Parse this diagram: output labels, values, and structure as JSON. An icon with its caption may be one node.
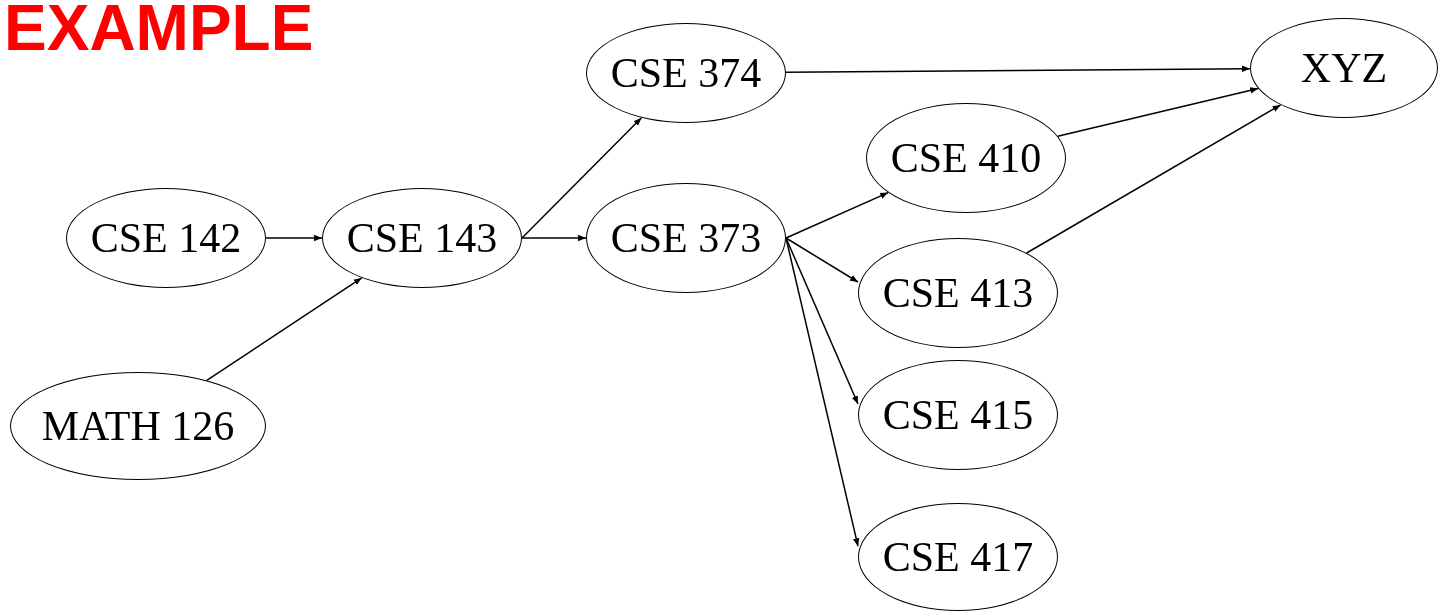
{
  "diagram": {
    "title": "EXAMPLE",
    "nodes": [
      {
        "text": [
          "CSE 142"
        ]
      },
      {
        "text": [
          "CSE 143"
        ]
      },
      {
        "text": [
          "MATH 126"
        ]
      },
      {
        "text": [
          "CSE 374"
        ]
      },
      {
        "text": [
          "CSE 373"
        ]
      },
      {
        "text": [
          "CSE 410"
        ]
      },
      {
        "text": [
          "CSE 413"
        ]
      },
      {
        "text": [
          "CSE 415"
        ]
      },
      {
        "text": [
          "CSE 417"
        ]
      },
      {
        "text": [
          "XYZ"
        ]
      }
    ],
    "edges": [
      {
        "from": 0,
        "to": 1,
        "arrow": "to"
      },
      {
        "from": 2,
        "to": 1,
        "arrow": "to"
      },
      {
        "from": 1,
        "to": 3,
        "arrow": "to"
      },
      {
        "from": 1,
        "to": 4,
        "arrow": "to"
      },
      {
        "from": 3,
        "to": 9,
        "arrow": "to"
      },
      {
        "from": 4,
        "to": 5,
        "arrow": "to"
      },
      {
        "from": 4,
        "to": 6,
        "arrow": "to"
      },
      {
        "from": 4,
        "to": 7,
        "arrow": "to"
      },
      {
        "from": 4,
        "to": 8,
        "arrow": "to"
      },
      {
        "from": 5,
        "to": 9,
        "arrow": "to"
      },
      {
        "from": 6,
        "to": 9,
        "arrow": "to"
      }
    ]
  }
}
